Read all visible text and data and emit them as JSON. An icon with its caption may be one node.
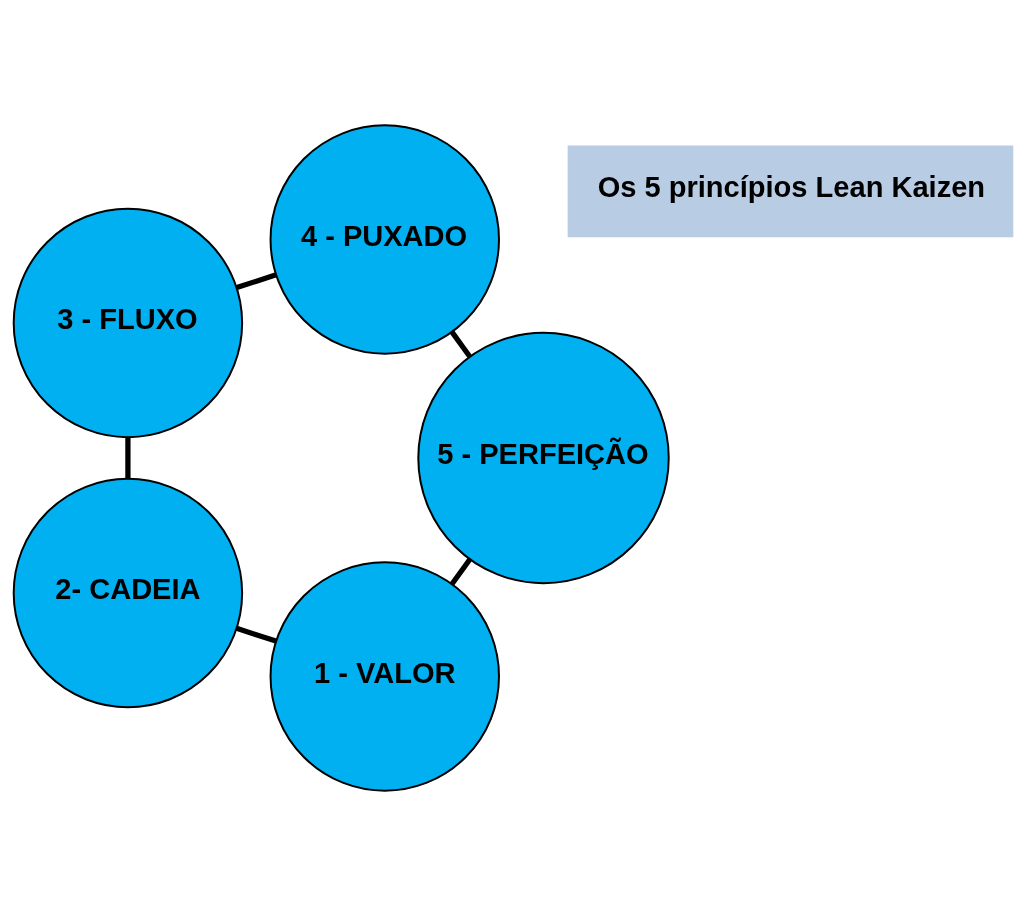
{
  "diagram": {
    "nodes": [
      {
        "text": [
          "Os 5 princípios Lean Kaizen"
        ]
      },
      {
        "text": [
          "1 - VALOR"
        ]
      },
      {
        "text": [
          "2- CADEIA"
        ]
      },
      {
        "text": [
          "3 - FLUXO"
        ]
      },
      {
        "text": [
          "4 - PUXADO"
        ]
      },
      {
        "text": [
          "5 - PERFEIÇÃO"
        ]
      }
    ],
    "edges": [
      {
        "from": 5,
        "to": 1,
        "arrow": "none"
      },
      {
        "from": 1,
        "to": 2,
        "arrow": "none"
      },
      {
        "from": 2,
        "to": 3,
        "arrow": "none"
      },
      {
        "from": 3,
        "to": 4,
        "arrow": "none"
      },
      {
        "from": 4,
        "to": 5,
        "arrow": "none"
      }
    ]
  }
}
